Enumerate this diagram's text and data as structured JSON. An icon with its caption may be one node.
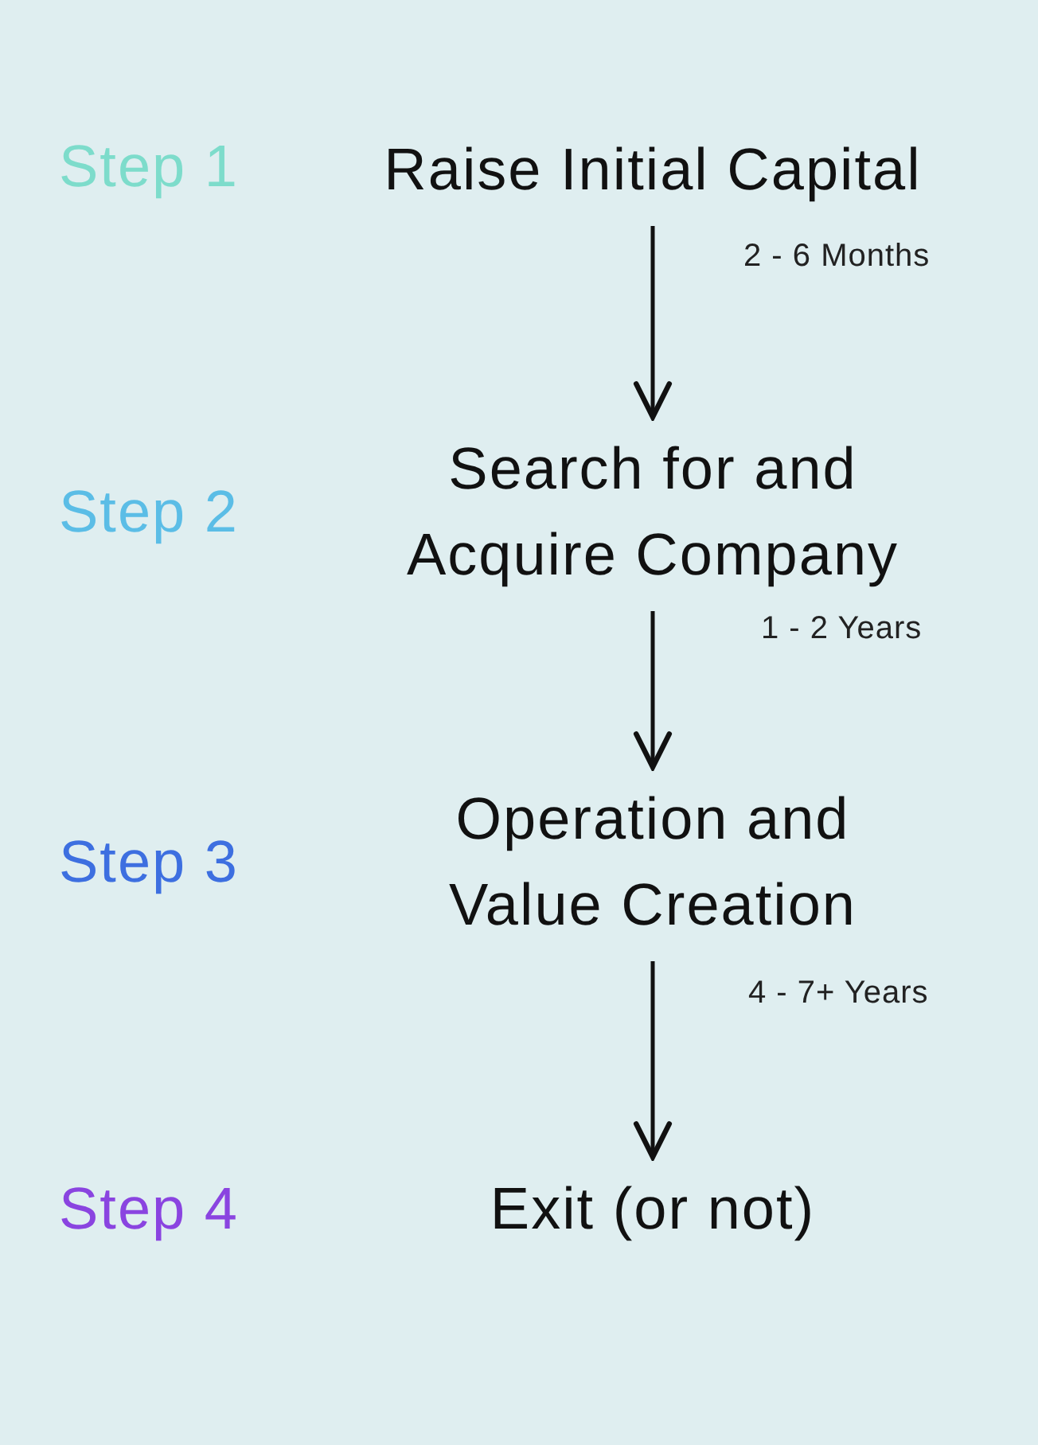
{
  "diagram": {
    "nodes": [
      {
        "text": [
          "Raise Initial Capital"
        ]
      },
      {
        "text": [
          "Search for and Acquire Company"
        ]
      },
      {
        "text": [
          "Operation and Value Creation"
        ]
      },
      {
        "text": [
          "Exit (or not)"
        ]
      }
    ],
    "edges": [
      {
        "from": 0,
        "to": 1,
        "arrow": "to",
        "label": "2 - 6 Months"
      },
      {
        "from": 1,
        "to": 2,
        "arrow": "to",
        "label": "1 - 2 Years"
      },
      {
        "from": 2,
        "to": 3,
        "arrow": "to",
        "label": "4 - 7+ Years"
      }
    ],
    "labels": [
      "Step 1",
      "Step 2",
      "Step 3",
      "Step 4"
    ]
  }
}
